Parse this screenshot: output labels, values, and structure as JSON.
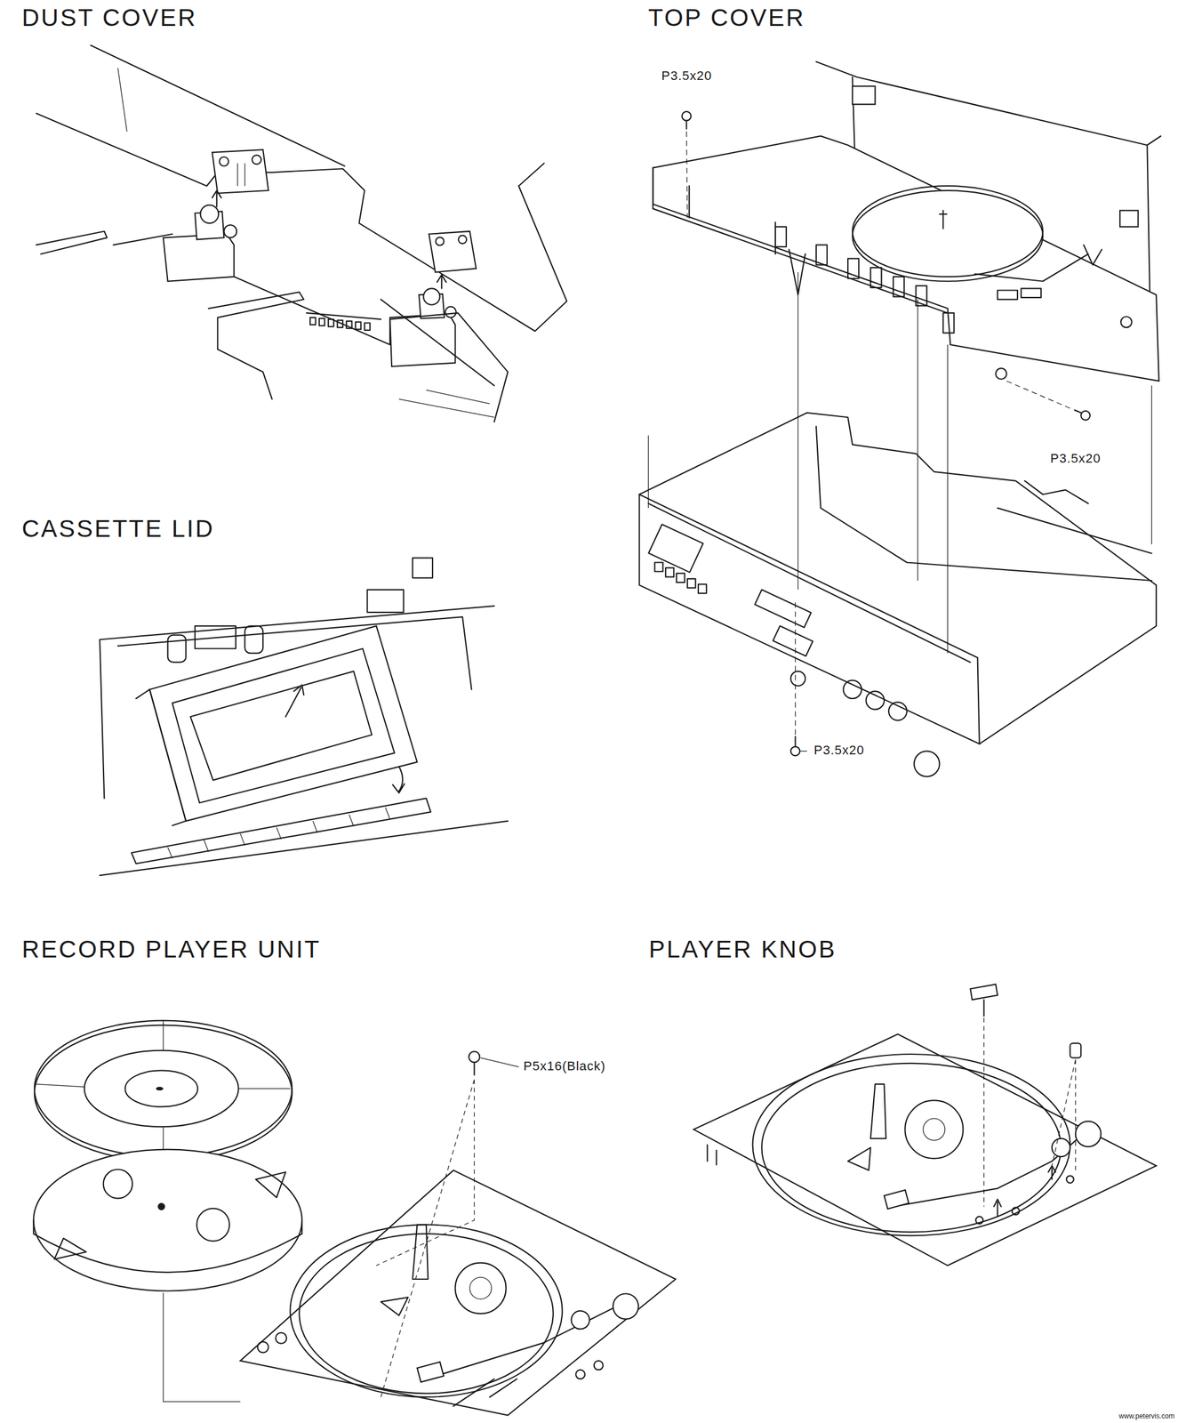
{
  "diagram": {
    "labels": [
      "DUST COVER",
      "TOP COVER",
      "P3.5x20",
      "P3.5x20",
      "P3.5x20",
      "CASSETTE LID",
      "RECORD PLAYER UNIT",
      "P5x16(Black)",
      "PLAYER KNOB",
      "www.petervis.com"
    ]
  }
}
